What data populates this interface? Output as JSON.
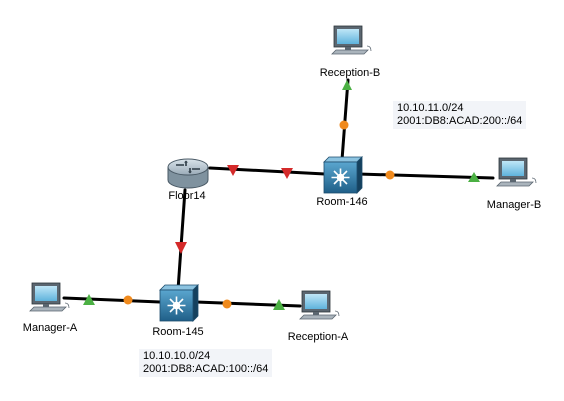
{
  "devices": {
    "router": {
      "label": "Floor14",
      "icon": "router-icon"
    },
    "switch_146": {
      "label": "Room-146",
      "icon": "multilayer-switch-icon"
    },
    "switch_145": {
      "label": "Room-145",
      "icon": "multilayer-switch-icon"
    },
    "pc_reception_b": {
      "label": "Reception-B",
      "icon": "pc-icon"
    },
    "pc_manager_b": {
      "label": "Manager-B",
      "icon": "pc-icon"
    },
    "pc_manager_a": {
      "label": "Manager-A",
      "icon": "pc-icon"
    },
    "pc_reception_a": {
      "label": "Reception-A",
      "icon": "pc-icon"
    }
  },
  "notes": {
    "top": {
      "line1": "10.10.11.0/24",
      "line2": "2001:DB8:ACAD:200::/64"
    },
    "bottom": {
      "line1": "10.10.10.0/24",
      "line2": "2001:DB8:ACAD:100::/64"
    }
  },
  "link_status_colors": {
    "up": "#4bb043",
    "down": "#d42a2a",
    "negotiating": "#f08a1d"
  }
}
